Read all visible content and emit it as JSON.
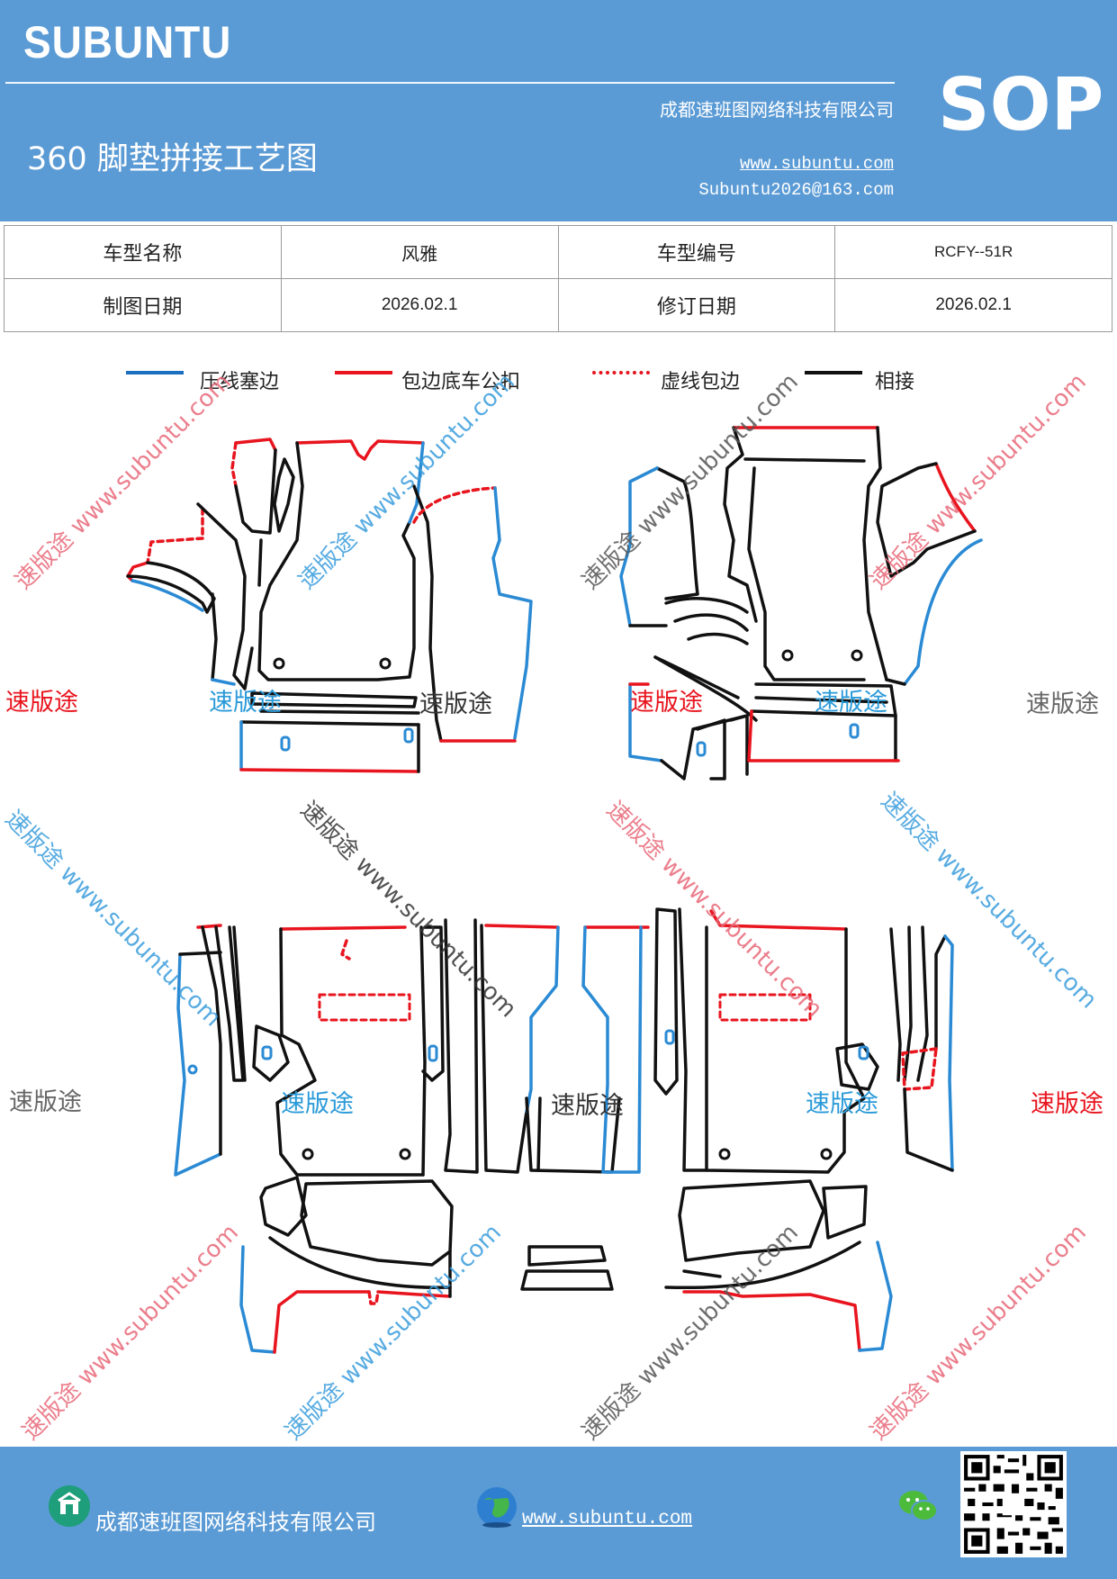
{
  "header": {
    "brand": "SUBUNTU",
    "title": "360 脚垫拼接工艺图",
    "company": "成都速班图网络科技有限公司",
    "website": "www.subuntu.com",
    "email": "Subuntu2026@163.com",
    "badge": "SOP"
  },
  "info_table": {
    "rows": [
      [
        "车型名称",
        "风雅",
        "车型编号",
        "RCFY--51R"
      ],
      [
        "制图日期",
        "2026.02.1",
        "修订日期",
        "2026.02.1"
      ]
    ]
  },
  "legend": [
    {
      "label": "压线塞边",
      "color": "#1a6fc0",
      "style": "solid"
    },
    {
      "label": "包边底车公扣",
      "color": "#e8141e",
      "style": "solid"
    },
    {
      "label": "虚线包边",
      "color": "#e8141e",
      "style": "dashed"
    },
    {
      "label": "相接",
      "color": "#111111",
      "style": "solid"
    }
  ],
  "watermarks": {
    "brand_label": "速版途",
    "diagonal_text": "速版途 www.subuntu.com"
  },
  "colors": {
    "header_bg": "#5b9bd5",
    "blue": "#2a8ad4",
    "red": "#e8141e",
    "black": "#111111"
  },
  "footer": {
    "company": "成都速班图网络科技有限公司",
    "website": "www.subuntu.com",
    "icons": [
      "company-icon",
      "globe-icon",
      "wechat-icon",
      "qr-code"
    ]
  }
}
